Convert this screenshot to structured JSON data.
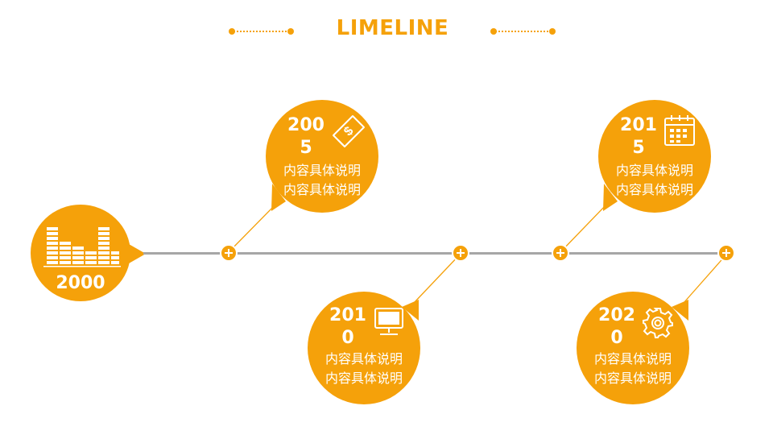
{
  "colors": {
    "accent": "#f5a10a",
    "axis": "#a6a6a6",
    "text": "#ffffff"
  },
  "header": {
    "title": "LIMELINE"
  },
  "timeline": {
    "start": {
      "year": "2000",
      "icon": "equalizer-icon"
    },
    "items": [
      {
        "year_line1": "200",
        "year_line2": "5",
        "desc_line1": "内容具体说明",
        "desc_line2": "内容具体说明",
        "icon": "money-bill-icon"
      },
      {
        "year_line1": "201",
        "year_line2": "0",
        "desc_line1": "内容具体说明",
        "desc_line2": "内容具体说明",
        "icon": "monitor-icon"
      },
      {
        "year_line1": "201",
        "year_line2": "5",
        "desc_line1": "内容具体说明",
        "desc_line2": "内容具体说明",
        "icon": "calendar-icon"
      },
      {
        "year_line1": "202",
        "year_line2": "0",
        "desc_line1": "内容具体说明",
        "desc_line2": "内容具体说明",
        "icon": "gear-icon"
      }
    ]
  }
}
